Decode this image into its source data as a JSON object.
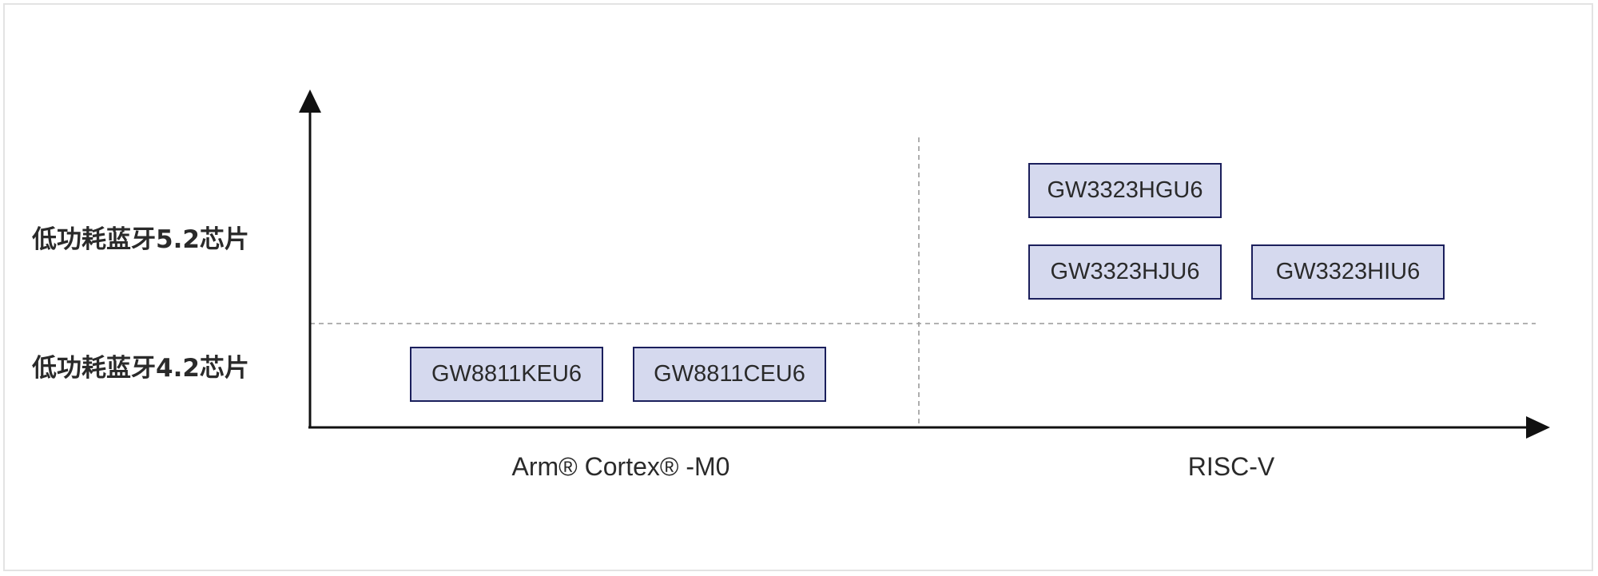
{
  "y_axis": {
    "categories": [
      "低功耗蓝牙5.2芯片",
      "低功耗蓝牙4.2芯片"
    ]
  },
  "x_axis": {
    "categories": [
      "Arm® Cortex® -M0",
      "RISC-V"
    ]
  },
  "chips": [
    {
      "label": "GW8811KEU6",
      "core": "Arm® Cortex® -M0",
      "ble": "低功耗蓝牙4.2芯片"
    },
    {
      "label": "GW8811CEU6",
      "core": "Arm® Cortex® -M0",
      "ble": "低功耗蓝牙4.2芯片"
    },
    {
      "label": "GW3323HGU6",
      "core": "RISC-V",
      "ble": "低功耗蓝牙5.2芯片"
    },
    {
      "label": "GW3323HJU6",
      "core": "RISC-V",
      "ble": "低功耗蓝牙5.2芯片"
    },
    {
      "label": "GW3323HIU6",
      "core": "RISC-V",
      "ble": "低功耗蓝牙5.2芯片"
    }
  ],
  "colors": {
    "chip_fill": "#d5d9ee",
    "chip_border": "#1b1f5c",
    "axis": "#111111",
    "divider": "#999999"
  }
}
